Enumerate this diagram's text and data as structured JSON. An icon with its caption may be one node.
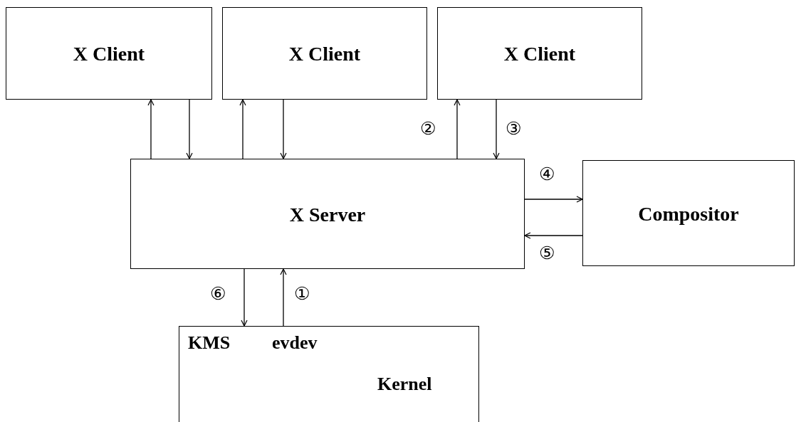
{
  "diagram": {
    "nodes": [
      {
        "text": [
          "X Client"
        ]
      },
      {
        "text": [
          "X Client"
        ]
      },
      {
        "text": [
          "X Client"
        ]
      },
      {
        "text": [
          "X Server"
        ]
      },
      {
        "text": [
          "Compositor"
        ]
      },
      {
        "text": [
          "KMS",
          "evdev",
          "Kernel"
        ]
      }
    ],
    "edges": [
      {
        "from": 3,
        "to": 0,
        "arrow": "to"
      },
      {
        "from": 0,
        "to": 3,
        "arrow": "to"
      },
      {
        "from": 3,
        "to": 1,
        "arrow": "to"
      },
      {
        "from": 1,
        "to": 3,
        "arrow": "to"
      },
      {
        "from": 3,
        "to": 2,
        "arrow": "to",
        "label": "②"
      },
      {
        "from": 2,
        "to": 3,
        "arrow": "to",
        "label": "③"
      },
      {
        "from": 3,
        "to": 4,
        "arrow": "to",
        "label": "④"
      },
      {
        "from": 4,
        "to": 3,
        "arrow": "to",
        "label": "⑤"
      },
      {
        "from": 3,
        "to": 5,
        "arrow": "to",
        "label": "⑥"
      },
      {
        "from": 5,
        "to": 3,
        "arrow": "to",
        "label": "①"
      }
    ]
  }
}
